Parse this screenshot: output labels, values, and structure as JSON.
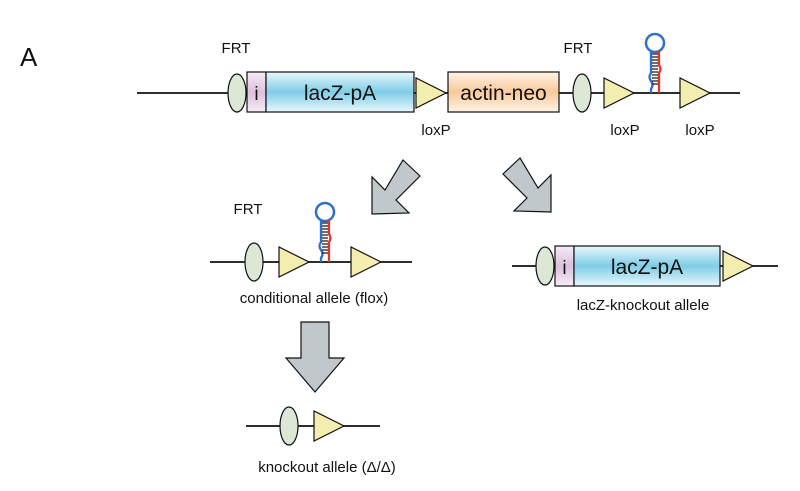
{
  "panel_label": "A",
  "targeted_allele": {
    "frt_left": "FRT",
    "frt_right": "FRT",
    "intron": "i",
    "reporter": "lacZ-pA",
    "selection": "actin-neo",
    "loxp_1": "loxP",
    "loxp_2": "loxP",
    "loxp_3": "loxP"
  },
  "conditional": {
    "frt": "FRT",
    "caption": "conditional allele (flox)"
  },
  "lacz_knockout": {
    "intron": "i",
    "reporter": "lacZ-pA",
    "caption": "lacZ-knockout allele"
  },
  "knockout": {
    "caption": "knockout allele (Δ/Δ)"
  },
  "colors": {
    "frt_fill": "#dce8d6",
    "loxp_fill": "#f3eeb0",
    "intron_fill": "#e4cfe4",
    "lacz_fill": "#8fd3ea",
    "neo_fill": "#fbd9b6",
    "arrow_fill": "#c1c8cc",
    "hairpin_blue": "#2f6fc9",
    "hairpin_red": "#e0352b"
  }
}
